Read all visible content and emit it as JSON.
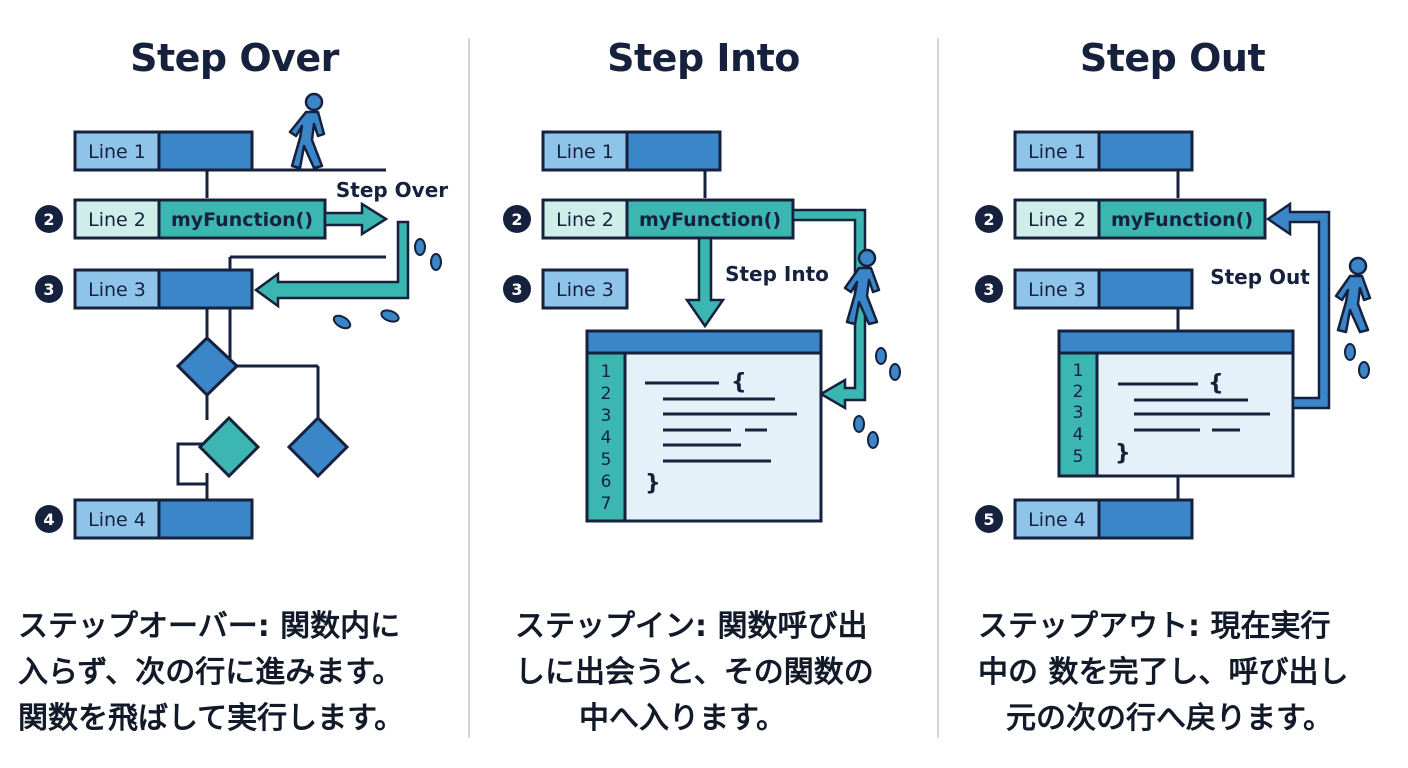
{
  "panels": [
    {
      "title": "Step Over",
      "line1": "Line 1",
      "line2": "Line 2",
      "line3": "Line 3",
      "line4": "Line 4",
      "func": "myFunction()",
      "arrow_label": "Step Over",
      "badges": [
        "2",
        "3",
        "4"
      ],
      "desc": [
        "ステップオーバー: 関数内に",
        "入らず、次の行に進みます。",
        "関数を飛ばして実行します。"
      ]
    },
    {
      "title": "Step Into",
      "line1": "Line 1",
      "line2": "Line 2",
      "line3": "Line 3",
      "func": "myFunction()",
      "arrow_label": "Step Into",
      "badges": [
        "2",
        "3"
      ],
      "gutter": [
        "1",
        "2",
        "3",
        "4",
        "5",
        "6",
        "7"
      ],
      "open_brace": "{",
      "close_brace": "}",
      "desc": [
        "ステップイン: 関数呼び出",
        "しに出会うと、その関数の",
        "中へ入ります。"
      ]
    },
    {
      "title": "Step Out",
      "line1": "Line 1",
      "line2": "Line 2",
      "line3": "Line 3",
      "line4": "Line 4",
      "func": "myFunction()",
      "arrow_label": "Step Out",
      "badges": [
        "2",
        "3",
        "5"
      ],
      "gutter": [
        "1",
        "2",
        "3",
        "4",
        "5"
      ],
      "open_brace": "{",
      "close_brace": "}",
      "desc": [
        "ステップアウト: 現在実行",
        "中の 数を完了し、呼び出し",
        "元の次の行へ戻ります。"
      ]
    }
  ],
  "colors": {
    "navy": "#16213e",
    "light_blue": "#8ec3ea",
    "mid_blue": "#3a86c8",
    "teal": "#3cb6b0",
    "pale_teal": "#cfeee9",
    "code_bg": "#e4f1f8",
    "divider": "#cfd6dd"
  }
}
